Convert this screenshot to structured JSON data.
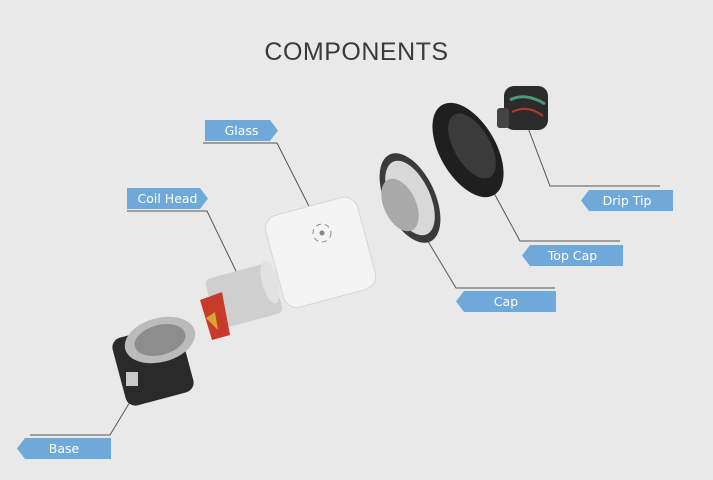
{
  "title": "COMPONENTS",
  "labels": {
    "glass": "Glass",
    "coil_head": "Coil Head",
    "drip_tip": "Drip Tip",
    "top_cap": "Top Cap",
    "cap": "Cap",
    "base": "Base"
  },
  "colors": {
    "tag": "#6fa9d9",
    "background": "#e9e9e9"
  }
}
